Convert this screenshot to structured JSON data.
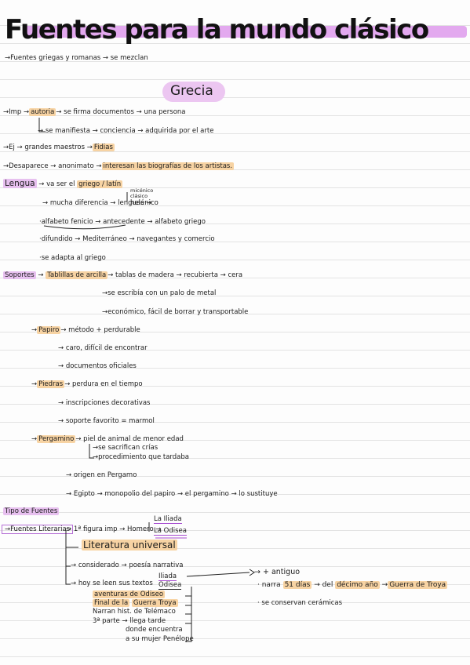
{
  "title": "Fuentes para la mundo clásico",
  "intro": "→Fuentes griegas y romanas → se mezclan",
  "section_greca": "Grecia",
  "imp": {
    "prefix": "→Imp →",
    "autoria": "autoria",
    "rest": "→ se firma documentos → una persona",
    "line2": "→ se manifiesta → conciencia → adquirida por el arte"
  },
  "ej": {
    "prefix": "→Ej → grandes maestros →",
    "fidias": "Fidias"
  },
  "desaparece": {
    "prefix": "→Desaparece → anonimato →",
    "hl": "interesan las biografías de los artistas."
  },
  "lengua": {
    "label": "Lengua",
    "prefix": "→ va ser el",
    "hl": "griego / latín",
    "diversidad": "→ mucha diferencia → lenguas →",
    "micenico": "micénico",
    "clasico": "clásico",
    "helenico": "helénico",
    "alfabeto": "·alfabeto fenicio → antecedente → alfabeto griego",
    "difundido": "·difundido → Mediterráneo → navegantes y comercio",
    "adapta": "·se adapta al griego"
  },
  "soportes": {
    "label": "Soportes",
    "tablilla_hl": "Tablillas de arcilla",
    "tablilla_rest": "→ tablas de madera → recubierta → cera",
    "punzon": "→se escribía con un palo de metal",
    "economico": "→económico, fácil de borrar y transportable",
    "papiro_hl": "Papiro",
    "papiro_rest": "→ método + perdurable",
    "caro": "→ caro, difícil de encontrar",
    "documentos": "→ documentos oficiales",
    "piedra_hl": "Piedras",
    "piedra_rest": "→ perdura en el tiempo",
    "inscripciones": "→ inscripciones decorativas",
    "marmol": "→ soporte favorito = marmol",
    "pergamino_hl": "Pergamino",
    "pergamino_rest": "→ piel de animal de menor edad",
    "sacrifican": "→se sacrifican crías",
    "procedimiento": "→procedimiento que tardaba",
    "origen": "→ origen en Pergamo",
    "egipto": "→ Egipto → monopolio del papiro → el pergamino → lo sustituye"
  },
  "tipo": {
    "label": "Tipo de Fuentes",
    "literarias": "→Fuentes Literarias",
    "figura": "→ 1ª figura imp → Homero →",
    "iliada": "La Iliada",
    "odisea": "La Odisea",
    "literatura": "Literatura universal",
    "considerado": "→ considerado → poesía narrativa",
    "hoy": "→ hoy se leen sus textos",
    "iliada2": "Iliada",
    "odisea2": "Odisea",
    "antiguo": "→ + antiguo",
    "narra_prefix": "· narra",
    "narra_dias": "51 días",
    "narra_mid": "→ del",
    "narra_decimo": "décimo año",
    "narra_arrow": "→",
    "narra_guerra": "Guerra de Troya",
    "ceramicas": "· se conservan cerámicas",
    "aventuras": "aventuras de Odiseo",
    "final_prefix": "Final de la",
    "final_hl": "Guerra Troya",
    "narran": "Narran hist. de Telémaco",
    "parte3": "3ª parte → llega tarde",
    "donde": "donde encuentra",
    "mujer": "a su mujer Penélope"
  }
}
